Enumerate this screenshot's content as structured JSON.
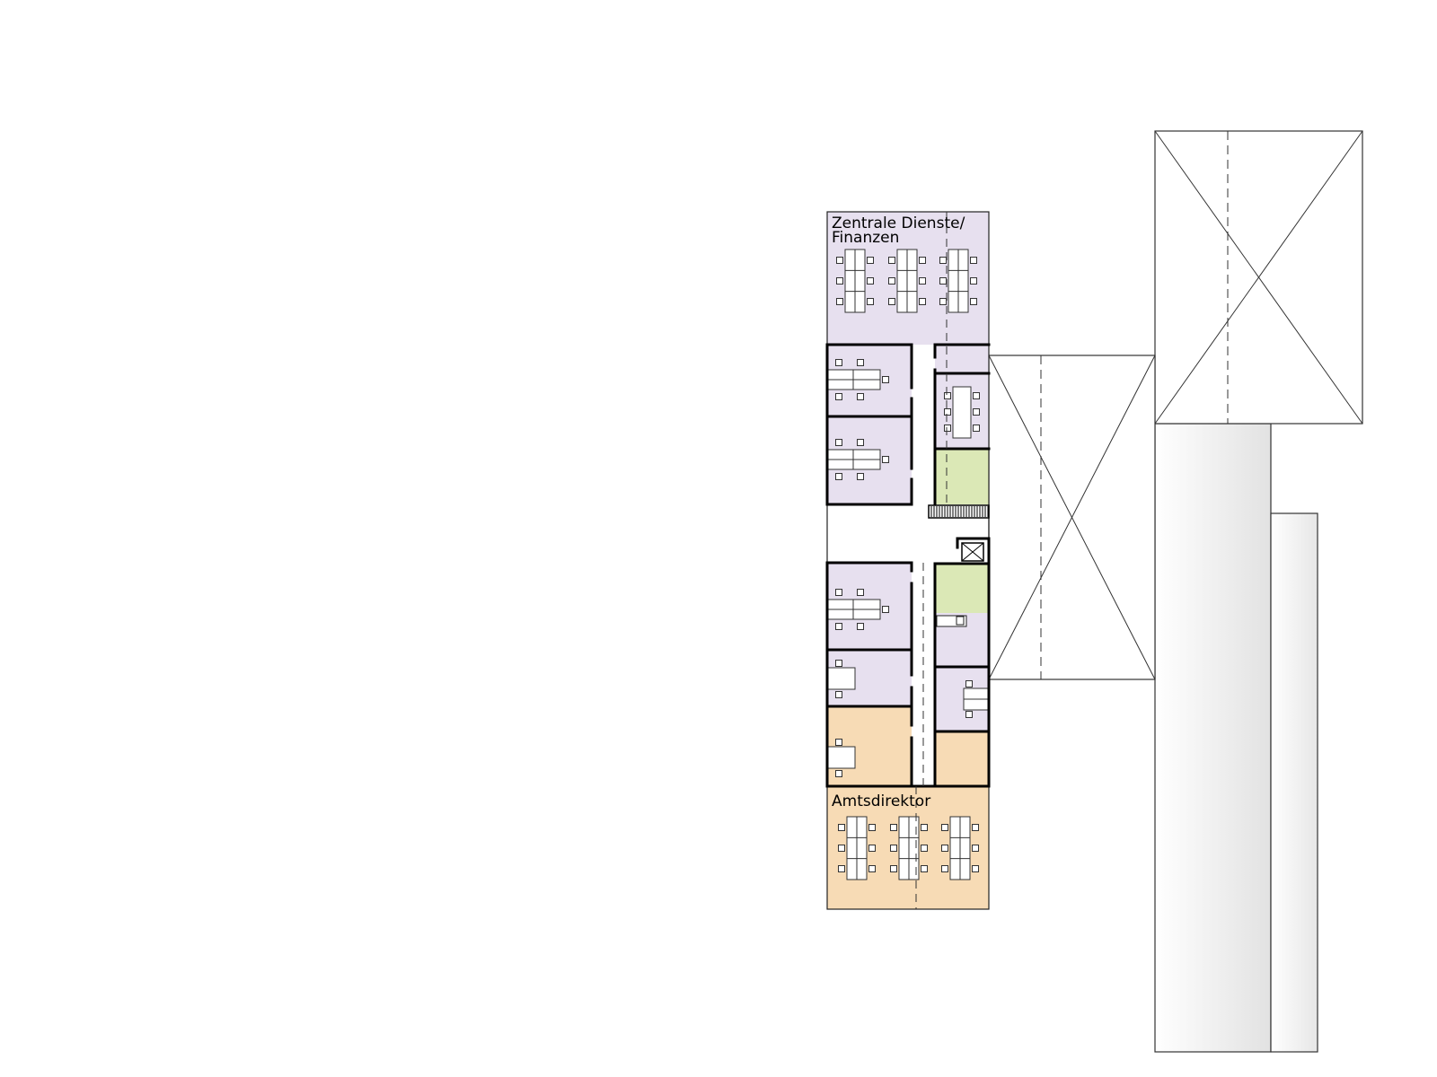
{
  "labels": {
    "zentrale_line1": "Zentrale Dienste/",
    "zentrale_line2": "Finanzen",
    "amtsdirektor": "Amtsdirektor"
  },
  "colors": {
    "finance_purple": "#e7e0ef",
    "director_orange": "#f7dbb5",
    "service_green": "#dbe8b6",
    "wall": "#000000",
    "outline": "#333333",
    "background": "#ffffff",
    "building_shade_light": "#ffffff",
    "building_shade_dark": "#e2e2e2"
  },
  "icons": {
    "elevator": "elevator-icon",
    "stair": "stair-icon"
  }
}
